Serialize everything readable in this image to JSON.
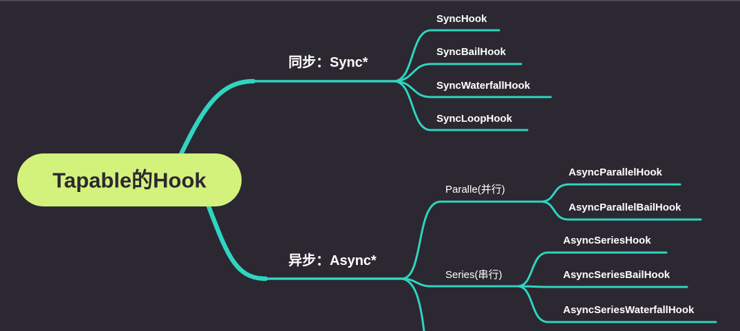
{
  "colors": {
    "background": "#2c2831",
    "branch": "#2fd5c1",
    "root_fill": "#d3f27c",
    "root_text": "#2c2831",
    "node_text": "#ffffff"
  },
  "root": {
    "label": "Tapable的Hook"
  },
  "sync": {
    "label": "同步：Sync*",
    "children": [
      {
        "label": "SyncHook"
      },
      {
        "label": "SyncBailHook"
      },
      {
        "label": "SyncWaterfallHook"
      },
      {
        "label": "SyncLoopHook"
      }
    ]
  },
  "async": {
    "label": "异步：Async*",
    "parallel": {
      "label": "Paralle(并行)",
      "children": [
        {
          "label": "AsyncParallelHook"
        },
        {
          "label": "AsyncParallelBailHook"
        }
      ]
    },
    "series": {
      "label": "Series(串行)",
      "children": [
        {
          "label": "AsyncSeriesHook"
        },
        {
          "label": "AsyncSeriesBailHook"
        },
        {
          "label": "AsyncSeriesWaterfallHook"
        }
      ]
    }
  }
}
